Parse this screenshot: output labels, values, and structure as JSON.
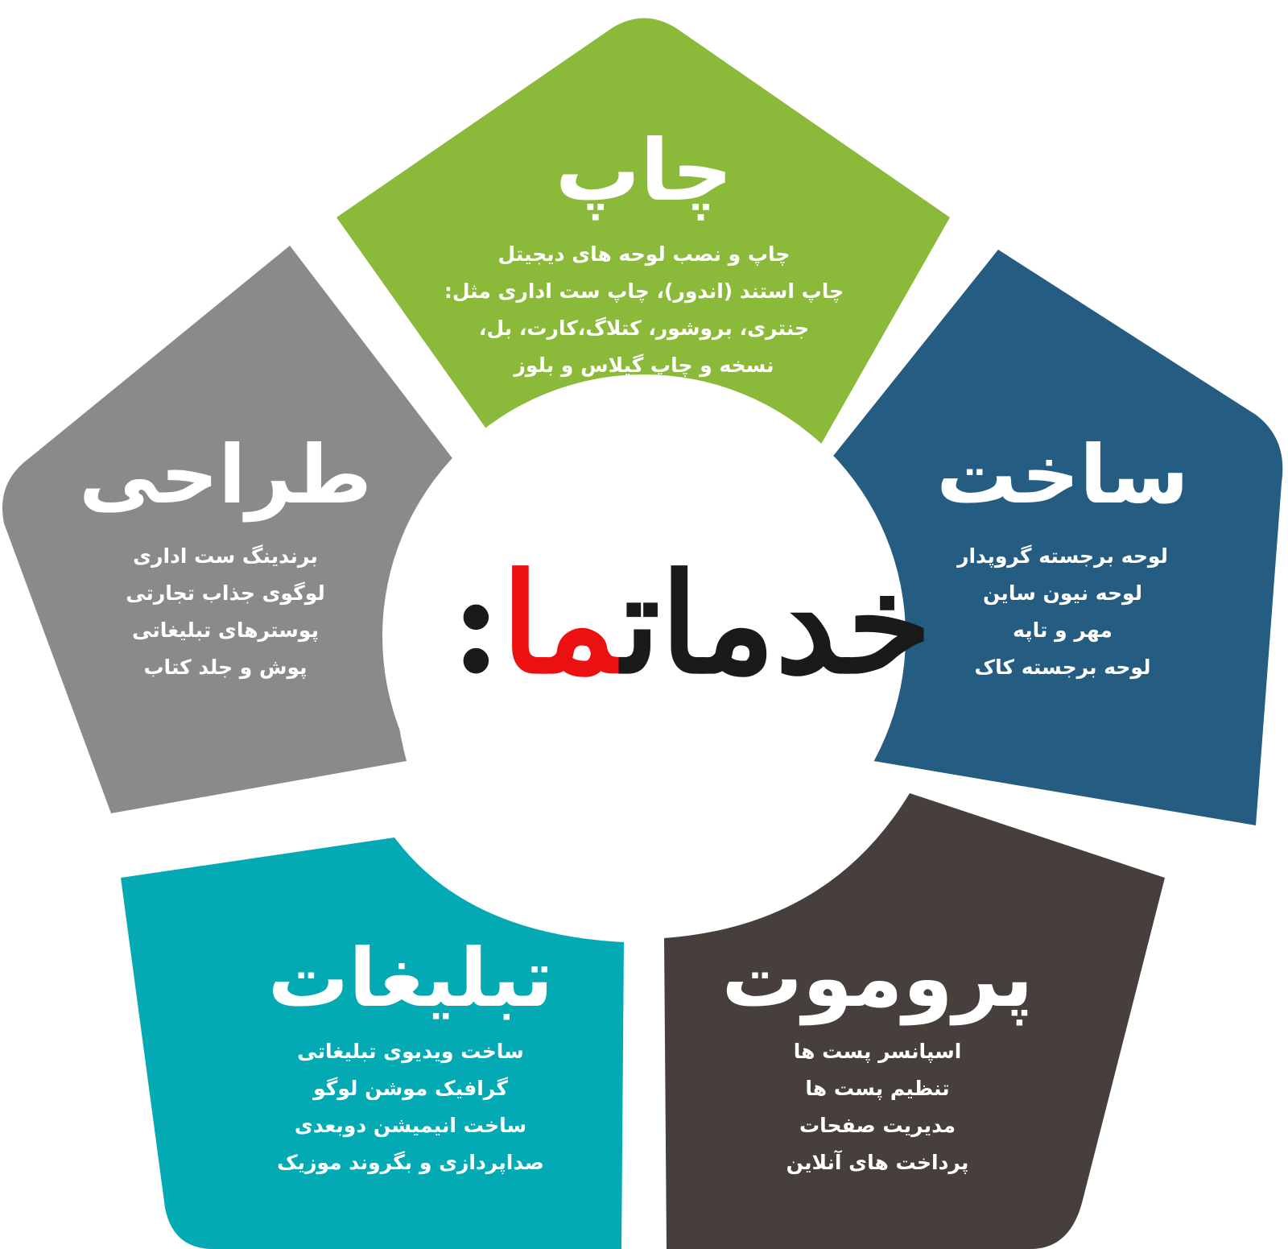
{
  "colors": {
    "print": "#8bb93a",
    "build": "#255c82",
    "design": "#8a8a8a",
    "advertising": "#03aab4",
    "promote": "#463f3c",
    "background": "#ffffff",
    "logo_black": "#1a1a1a",
    "logo_red": "#ec1111"
  },
  "center": {
    "title_part1": "خدمات",
    "title_part2": "ما",
    "colon": ":"
  },
  "segments": {
    "print": {
      "title": "چاپ",
      "lines": [
        "چاپ و نصب لوحه های دیجیتل",
        "چاپ استند (اندور)، چاپ ست اداری مثل:",
        "جنتری، بروشور، کتلاگ،کارت، بل،",
        "نسخه و چاپ گیلاس و بلوز"
      ]
    },
    "build": {
      "title": "ساخت",
      "lines": [
        "لوحه برجسته گروپدار",
        "لوحه نیون ساین",
        "مهر و تاپه",
        "لوحه برجسته کاک"
      ]
    },
    "design": {
      "title": "طراحی",
      "lines": [
        "برندینگ ست اداری",
        "لوگوی جذاب تجارتی",
        "پوسترهای تبلیغاتی",
        "پوش و جلد کتاب"
      ]
    },
    "advertising": {
      "title": "تبلیغات",
      "lines": [
        "ساخت ویدیوی تبلیغاتی",
        "گرافیک موشن لوگو",
        "ساخت انیمیشن دوبعدی",
        "صداپردازی و بگروند موزیک"
      ]
    },
    "promote": {
      "title": "پروموت",
      "lines": [
        "اسپانسر پست ها",
        "تنظیم پست ها",
        "مدیریت صفحات",
        "پرداخت های آنلاین"
      ]
    }
  }
}
